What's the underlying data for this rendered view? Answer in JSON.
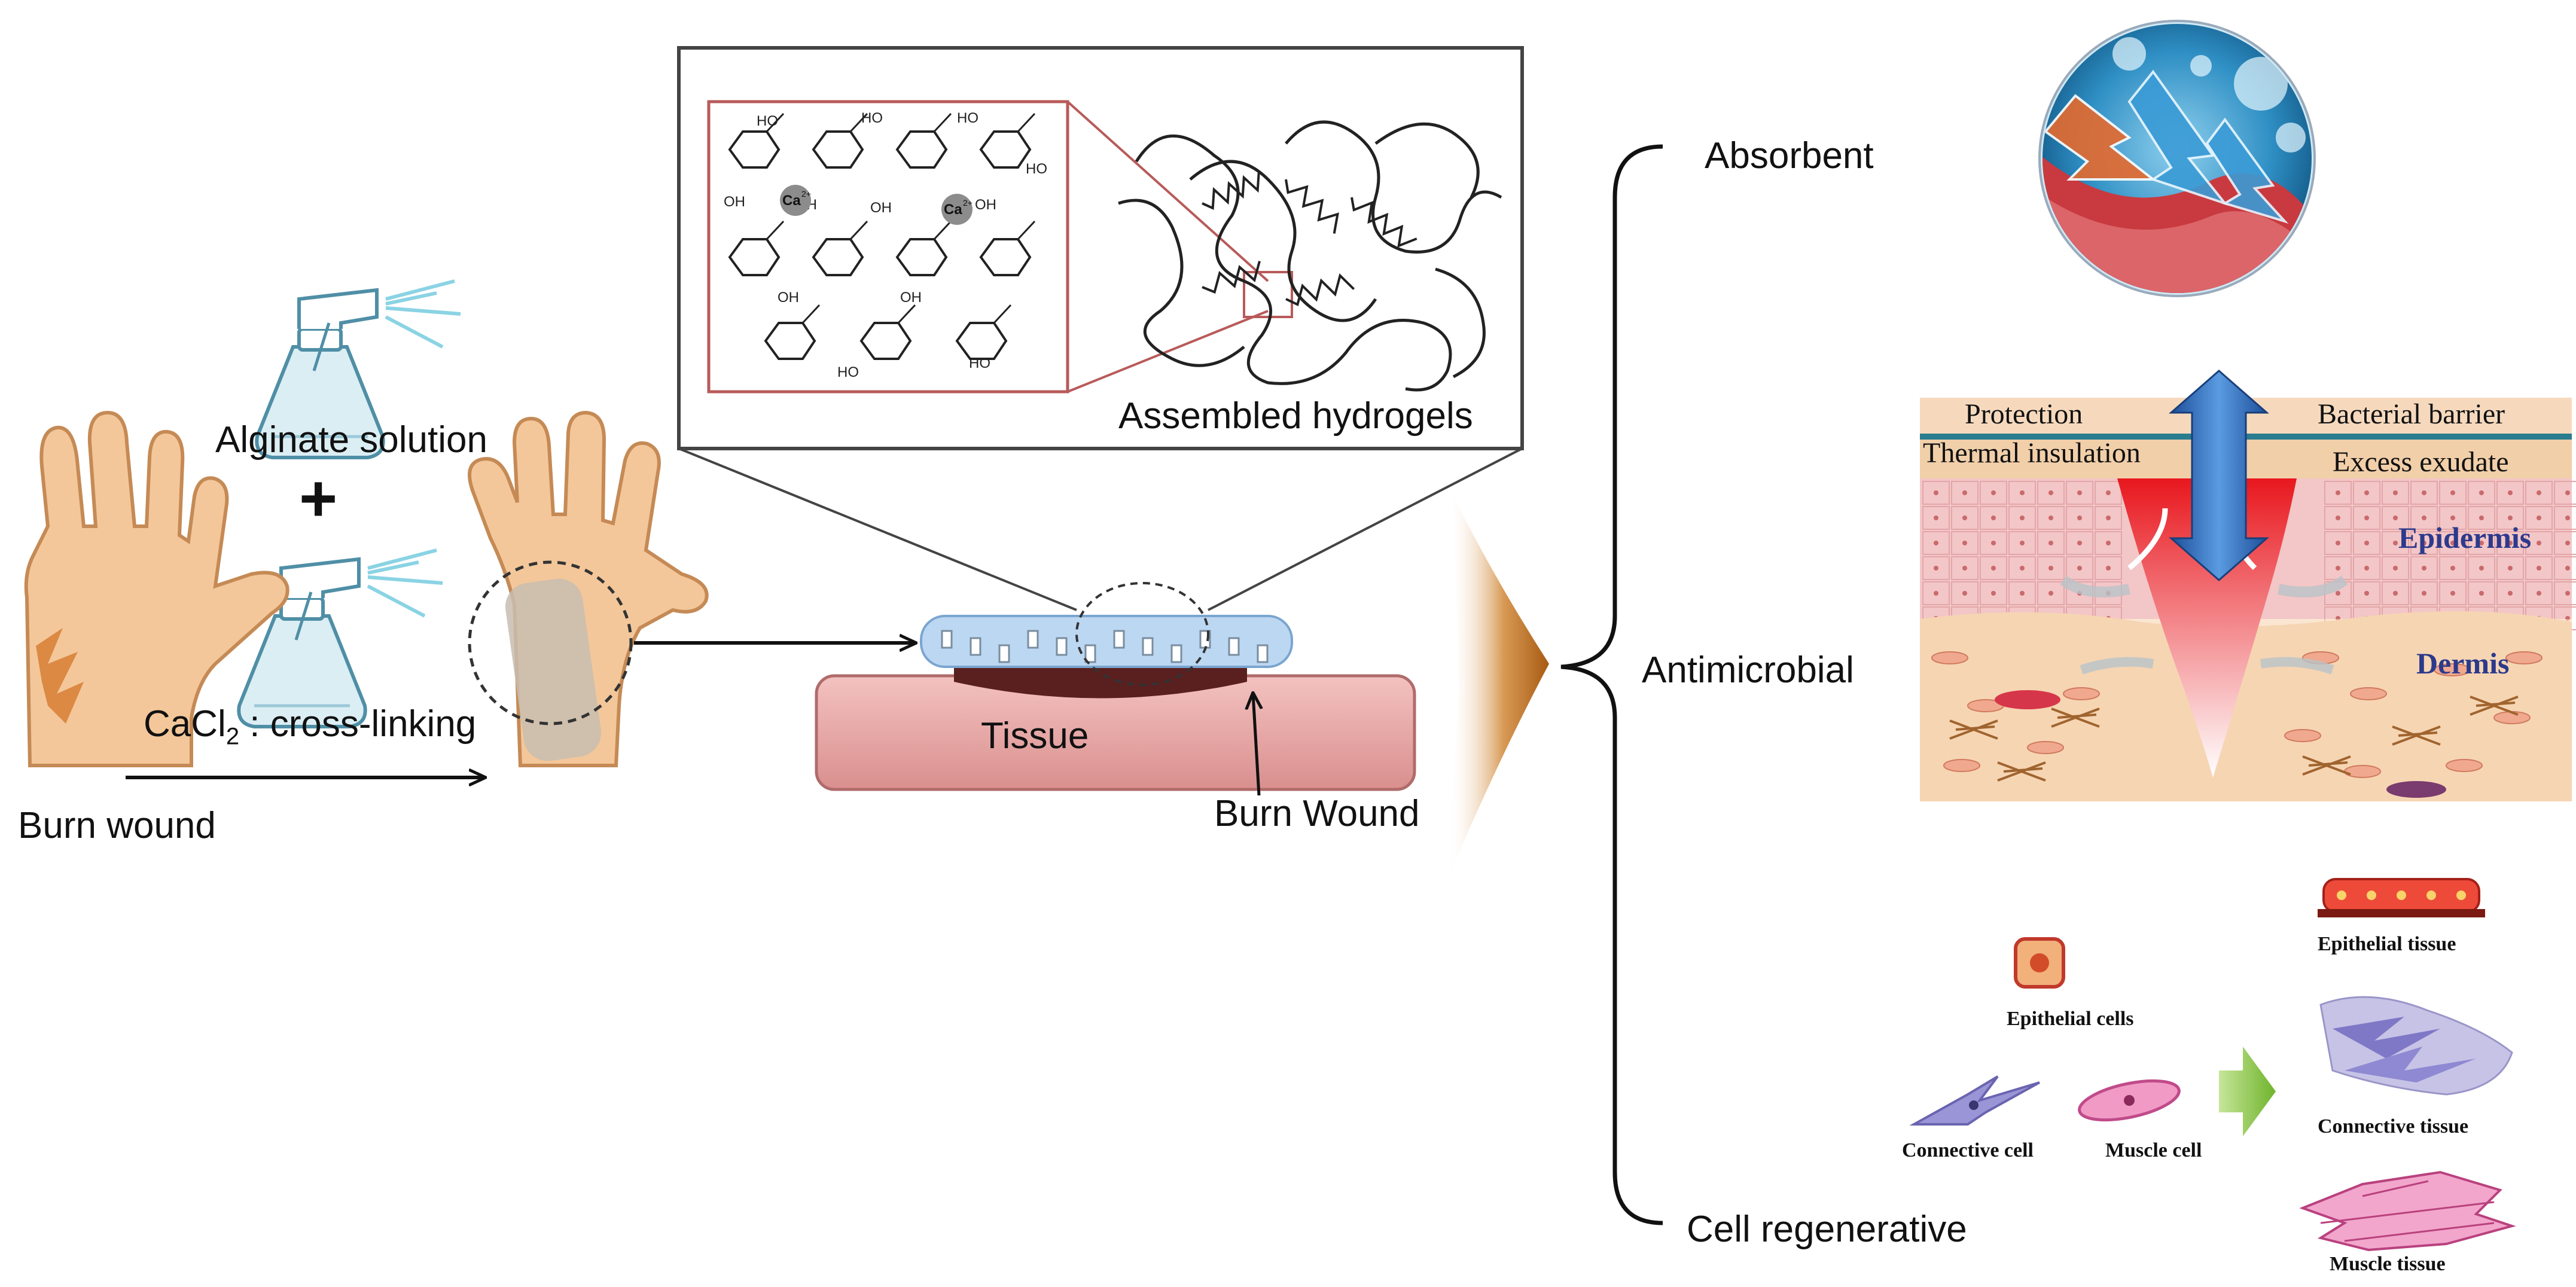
{
  "left": {
    "spray_top_label": "Alginate solution",
    "plus_sign": "+",
    "crosslink_prefix": "CaCl",
    "crosslink_sub": "2",
    "crosslink_suffix": " : cross-linking",
    "burn_wound_label": "Burn wound"
  },
  "center": {
    "inset_label": "Assembled hydrogels",
    "tissue_label": "Tissue",
    "burn_wound_label": "Burn Wound",
    "ion_label": "Ca",
    "ion_charge": "2+",
    "chem_groups": [
      "HO",
      "HO",
      "HO",
      "HO",
      "OH",
      "OH",
      "OH",
      "OH",
      "OH",
      "OH",
      "HO",
      "HO"
    ]
  },
  "branches": {
    "absorbent": "Absorbent",
    "antimicrobial": "Antimicrobial",
    "cell_regenerative": "Cell regenerative"
  },
  "skin_panel": {
    "protection": "Protection",
    "bacterial_barrier": "Bacterial barrier",
    "thermal_insulation": "Thermal insulation",
    "excess_exudate": "Excess exudate",
    "epidermis": "Epidermis",
    "dermis": "Dermis"
  },
  "regen_panel": {
    "epithelial_cells": "Epithelial cells",
    "connective_cell": "Connective cell",
    "muscle_cell": "Muscle cell",
    "epithelial_tissue": "Epithelial tissue",
    "connective_tissue": "Connective tissue",
    "muscle_tissue": "Muscle tissue"
  },
  "colors": {
    "skin": "#f3c79a",
    "skin_outline": "#c58a55",
    "burn": "#d9823a",
    "tissue": "#e8a8a6",
    "tissue_dark": "#c8797a",
    "wound": "#5a1f1f",
    "hydrogel": "#bcd7f2",
    "arrow_brown": "#b86a20",
    "teal_line": "#2a7d8f",
    "blue_arrow": "#2f6fbf",
    "dermis_bg": "#f6d5b3",
    "epidermis_bg": "#f3c6c7",
    "label_blue": "#2c3a8c",
    "green_arrow": "#7fbf3f"
  }
}
